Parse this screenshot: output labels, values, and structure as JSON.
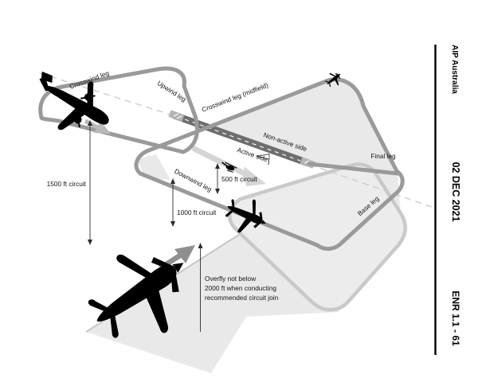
{
  "document": {
    "sidebar": {
      "publication": "AIP Australia",
      "date": "02 DEC 2021",
      "page_ref": "ENR 1.1 - 61"
    },
    "labels": {
      "crosswind": "Crosswind leg",
      "upwind": "Upwind leg",
      "crosswind_midfield": "Crosswind leg (midfield)",
      "non_active_side": "Non-active side",
      "active_side": "Active side",
      "final": "Final leg",
      "base": "Base leg",
      "downwind": "Downwind leg",
      "circuit_1500": "1500 ft circuit",
      "circuit_1000": "1000 ft circuit",
      "circuit_500": "500 ft circuit",
      "overfly_line1": "Overfly not below",
      "overfly_line2": "2000 ft when conducting",
      "overfly_line3": "recommended circuit join"
    },
    "colors": {
      "circuit_path": "#9a9a9a",
      "light_path": "#c9c9c9",
      "runway": "#6e6e6e",
      "threshold": "#b5b5b5",
      "shading": "#e9e9e9",
      "lobe_fill": "#ececec",
      "dashed_centerline": "#cccccc",
      "join_arrow": "#8f8f8f",
      "light_arrow": "#d5d5d5",
      "aircraft": "#000000"
    }
  }
}
